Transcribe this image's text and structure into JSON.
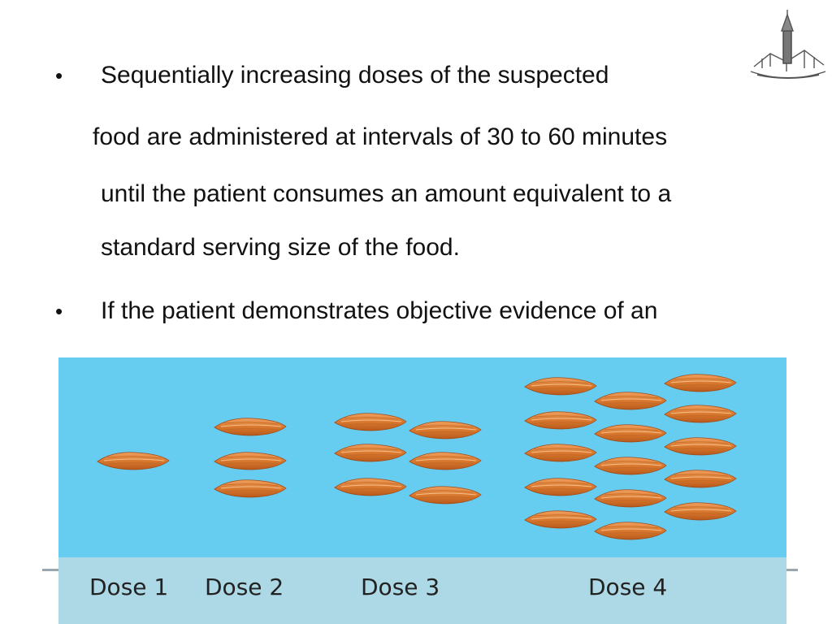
{
  "slide": {
    "bullets": [
      {
        "marker": "•",
        "lines": [
          "Sequentially increasing doses of the suspected",
          "food are administered at intervals of 30 to 60 minutes",
          "until the patient consumes an amount equivalent to a",
          "standard serving size of the food."
        ]
      },
      {
        "marker": "•",
        "lines": [
          "If the patient demonstrates objective evidence of an"
        ]
      }
    ],
    "logo_icon": "university-emblem-icon"
  },
  "figure": {
    "background_color": "#66ccf0",
    "label_band_color": "#add8e5",
    "almond_icon": "almond-icon",
    "doses": [
      {
        "label": "Dose 1",
        "almond_count": 1
      },
      {
        "label": "Dose 2",
        "almond_count": 3
      },
      {
        "label": "Dose 3",
        "almond_count": 6
      },
      {
        "label": "Dose 4",
        "almond_count": 15
      }
    ]
  }
}
